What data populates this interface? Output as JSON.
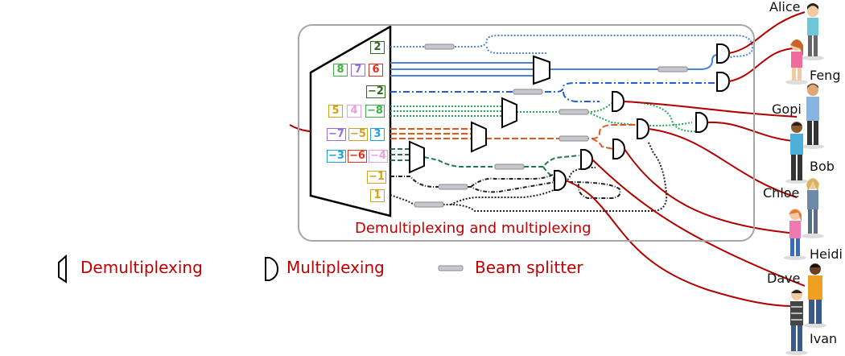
{
  "box_caption": "Demultiplexing and multiplexing",
  "legend": {
    "demux": "Demultiplexing",
    "mux": "Multiplexing",
    "splitter": "Beam splitter"
  },
  "users": {
    "alice": "Alice",
    "feng": "Feng",
    "gopi": "Gopi",
    "bob": "Bob",
    "chloe": "Chloe",
    "heidi": "Heidi",
    "dave": "Dave",
    "ivan": "Ivan"
  },
  "modes": {
    "m2": "2",
    "m8": "8",
    "m7": "7",
    "m6": "6",
    "mneg2": "−2",
    "m5": "5",
    "m4": "4",
    "mneg8": "−8",
    "mneg7": "−7",
    "mneg5": "−5",
    "m3": "3",
    "mneg3": "−3",
    "mneg6": "−6",
    "mneg4": "−4",
    "mneg1": "−1",
    "m1": "1"
  },
  "colors": {
    "caption": "#c00000",
    "fiber": "#b00000",
    "box_border": "#a6a6a6",
    "light_blue": "#4a86d8",
    "dark_blue": "#1f5fd0",
    "teal_green": "#22a85a",
    "orange": "#e05a20",
    "dark_green": "#1e7a4a",
    "black": "#222222",
    "mode_dark_green": "#2e6b1e",
    "mode_green": "#3cb043",
    "mode_purple": "#9370db",
    "mode_red": "#e03020",
    "mode_orange": "#d4a020",
    "mode_pink": "#e8a0e0",
    "mode_cyan": "#20a0e0"
  }
}
